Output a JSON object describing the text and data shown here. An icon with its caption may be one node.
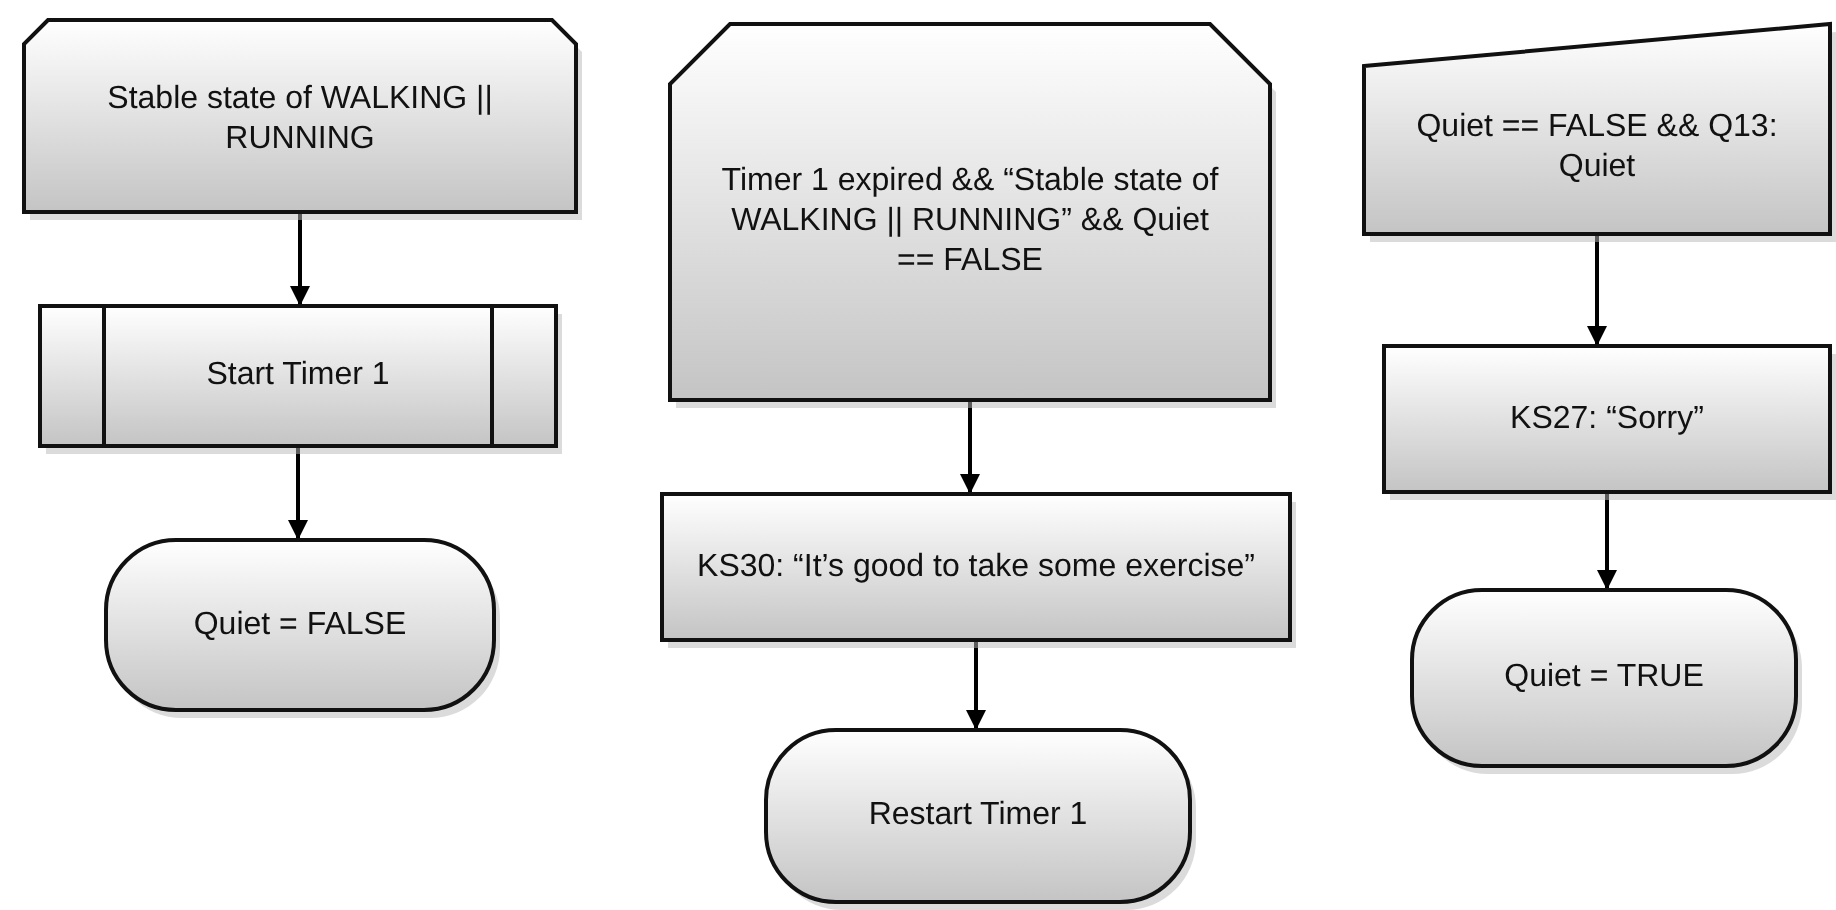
{
  "diagram": {
    "nodes": [
      {
        "text": [
          "Stable state of WALKING || RUNNING"
        ]
      },
      {
        "text": [
          "Start Timer 1"
        ]
      },
      {
        "text": [
          "Quiet = FALSE"
        ]
      },
      {
        "text": [
          "Timer 1 expired && “Stable state of WALKING || RUNNING” && Quiet == FALSE"
        ]
      },
      {
        "text": [
          "KS30: “It’s good to take some exercise”"
        ]
      },
      {
        "text": [
          "Restart Timer 1"
        ]
      },
      {
        "text": [
          "Quiet == FALSE && Q13: Quiet"
        ]
      },
      {
        "text": [
          "KS27: “Sorry”"
        ]
      },
      {
        "text": [
          "Quiet = TRUE"
        ]
      }
    ],
    "edges": [
      {
        "from": 0,
        "to": 1,
        "arrow": "to"
      },
      {
        "from": 1,
        "to": 2,
        "arrow": "to"
      },
      {
        "from": 3,
        "to": 4,
        "arrow": "to"
      },
      {
        "from": 4,
        "to": 5,
        "arrow": "to"
      },
      {
        "from": 6,
        "to": 7,
        "arrow": "to"
      },
      {
        "from": 7,
        "to": 8,
        "arrow": "to"
      }
    ]
  }
}
